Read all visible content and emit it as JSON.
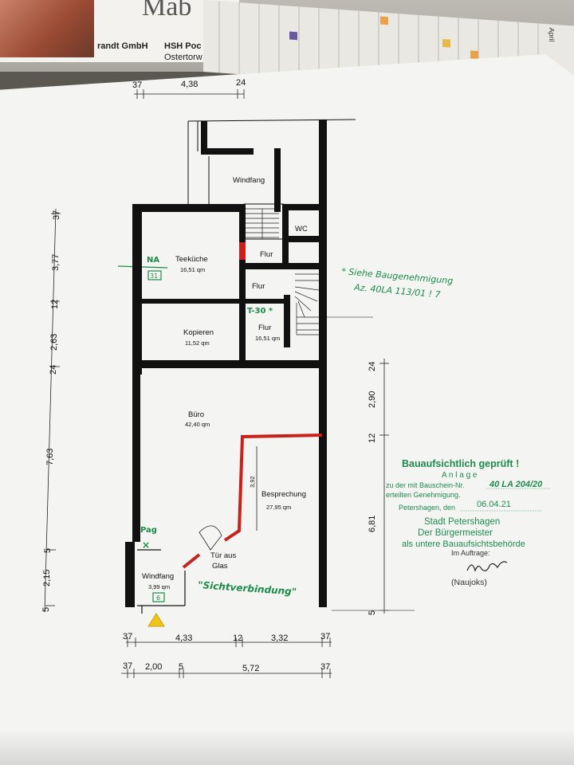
{
  "background": {
    "flyer_title": "Mab",
    "flyer_company": "randt GmbH",
    "flyer_company2": "HSH Poc",
    "flyer_street": "Ostertorw",
    "calendar_month": "April"
  },
  "dimensions": {
    "top": [
      "37",
      "4,38",
      "24"
    ],
    "left_upper": [
      "37",
      "3,77",
      "12",
      "2,63",
      "24"
    ],
    "left_long": "7,63",
    "left_lower": [
      "5",
      "2,15",
      "5"
    ],
    "right": [
      "24",
      "2,90",
      "12",
      "6,81",
      "5"
    ],
    "bottom_row1": [
      "37",
      "4,33",
      "12",
      "3,32",
      "37"
    ],
    "bottom_row2": [
      "37",
      "2,00",
      "5",
      "5,72",
      "37"
    ],
    "inner_height": "3,92"
  },
  "rooms": {
    "windfang_top": "Windfang",
    "wc": "WC",
    "teekueche": "Teeküche",
    "teekueche_area": "16,51 qm",
    "flur1": "Flur",
    "flur2": "Flur",
    "flur3": "Flur",
    "flur3_area": "16,51 qm",
    "kopieren": "Kopieren",
    "kopieren_area": "11,52 qm",
    "buero": "Büro",
    "buero_area": "42,40 qm",
    "besprechung": "Besprechung",
    "besprechung_area": "27,95 qm",
    "tuer_line1": "Tür aus",
    "tuer_line2": "Glas",
    "windfang_bottom": "Windfang",
    "windfang_bottom_area": "3,99 qm"
  },
  "annotations": {
    "na": "NA",
    "box1": "31",
    "t30": "T-30 *",
    "note_line1": "* Siehe Baugenehmigung",
    "note_line2": "Az. 40LA 113/01 ! 7",
    "pag": "Pag",
    "box2": "6",
    "sichtverbindung": "\"Sichtverbindung\""
  },
  "stamp": {
    "title": "Bauaufsichtlich geprüft !",
    "anlage": "A n l a g e",
    "line_prefix": "zu der mit Bauschein-Nr.",
    "bauschein_nr": "40 LA 204/20",
    "line2": "erteilten Genehmigung.",
    "place_prefix": "Petershagen, den",
    "date": "06.04.21",
    "city": "Stadt Petershagen",
    "mayor": "Der Bürgermeister",
    "authority": "als untere Bauaufsichtsbehörde",
    "im_auftrag": "Im Auftrage:",
    "signer": "(Naujoks)"
  },
  "colors": {
    "wall": "#111111",
    "red_wall": "#c8201b",
    "stamp_green": "#1f8a4f",
    "paper": "#f4f4f2"
  }
}
